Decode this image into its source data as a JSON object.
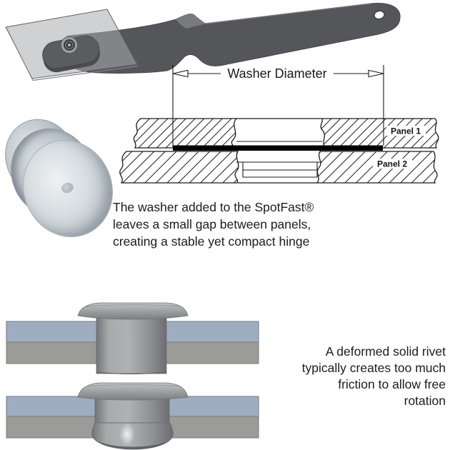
{
  "colors": {
    "line": "#1a1a1a",
    "lever": "#55565a",
    "lever-light": "#797a7e",
    "panel-translucent": "rgba(170,172,174,0.55)",
    "panel-blue": "#9fadc0",
    "panel-gray": "#9b9b97",
    "washer-bar": "#000000",
    "rivet-mid": "#9c9da0",
    "washer-silver": "#c9d0d5"
  },
  "technical_drawing": {
    "dimension_label": "Washer Diameter",
    "panel1_label": "Panel 1",
    "panel2_label": "Panel 2"
  },
  "captions": {
    "hinge_note": {
      "line1": "The washer added to the SpotFast®",
      "line2": "leaves a small gap between panels,",
      "line3": "creating a stable yet compact hinge"
    },
    "rivet_note": {
      "line1": "A deformed solid rivet",
      "line2": "typically creates too much",
      "line3": "friction to allow free",
      "line4": "rotation"
    }
  }
}
